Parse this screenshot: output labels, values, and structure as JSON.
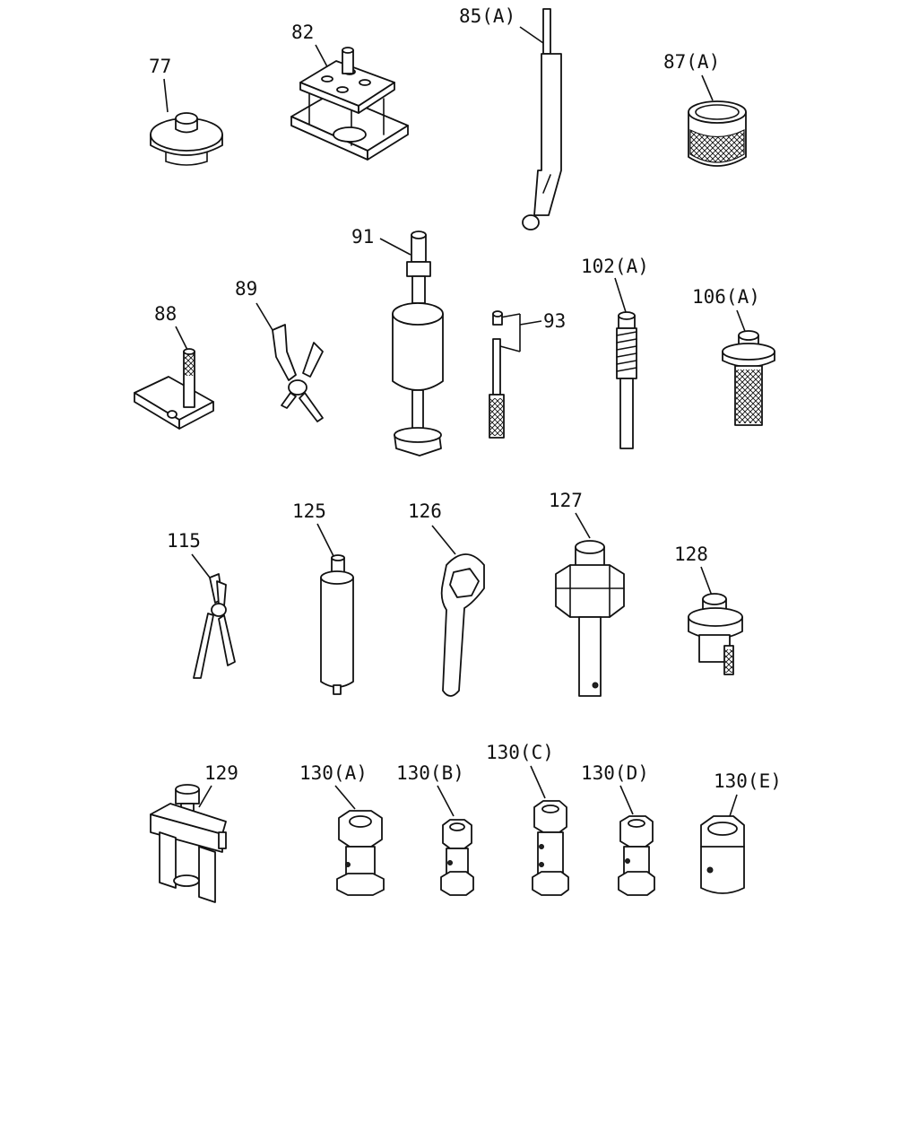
{
  "parts": [
    {
      "id": "p77",
      "label": "77"
    },
    {
      "id": "p82",
      "label": "82"
    },
    {
      "id": "p85a",
      "label": "85(A)"
    },
    {
      "id": "p87a",
      "label": "87(A)"
    },
    {
      "id": "p88",
      "label": "88"
    },
    {
      "id": "p89",
      "label": "89"
    },
    {
      "id": "p91",
      "label": "91"
    },
    {
      "id": "p93",
      "label": "93"
    },
    {
      "id": "p102a",
      "label": "102(A)"
    },
    {
      "id": "p106a",
      "label": "106(A)"
    },
    {
      "id": "p115",
      "label": "115"
    },
    {
      "id": "p125",
      "label": "125"
    },
    {
      "id": "p126",
      "label": "126"
    },
    {
      "id": "p127",
      "label": "127"
    },
    {
      "id": "p128",
      "label": "128"
    },
    {
      "id": "p129",
      "label": "129"
    },
    {
      "id": "p130a",
      "label": "130(A)"
    },
    {
      "id": "p130b",
      "label": "130(B)"
    },
    {
      "id": "p130c",
      "label": "130(C)"
    },
    {
      "id": "p130d",
      "label": "130(D)"
    },
    {
      "id": "p130e",
      "label": "130(E)"
    }
  ]
}
